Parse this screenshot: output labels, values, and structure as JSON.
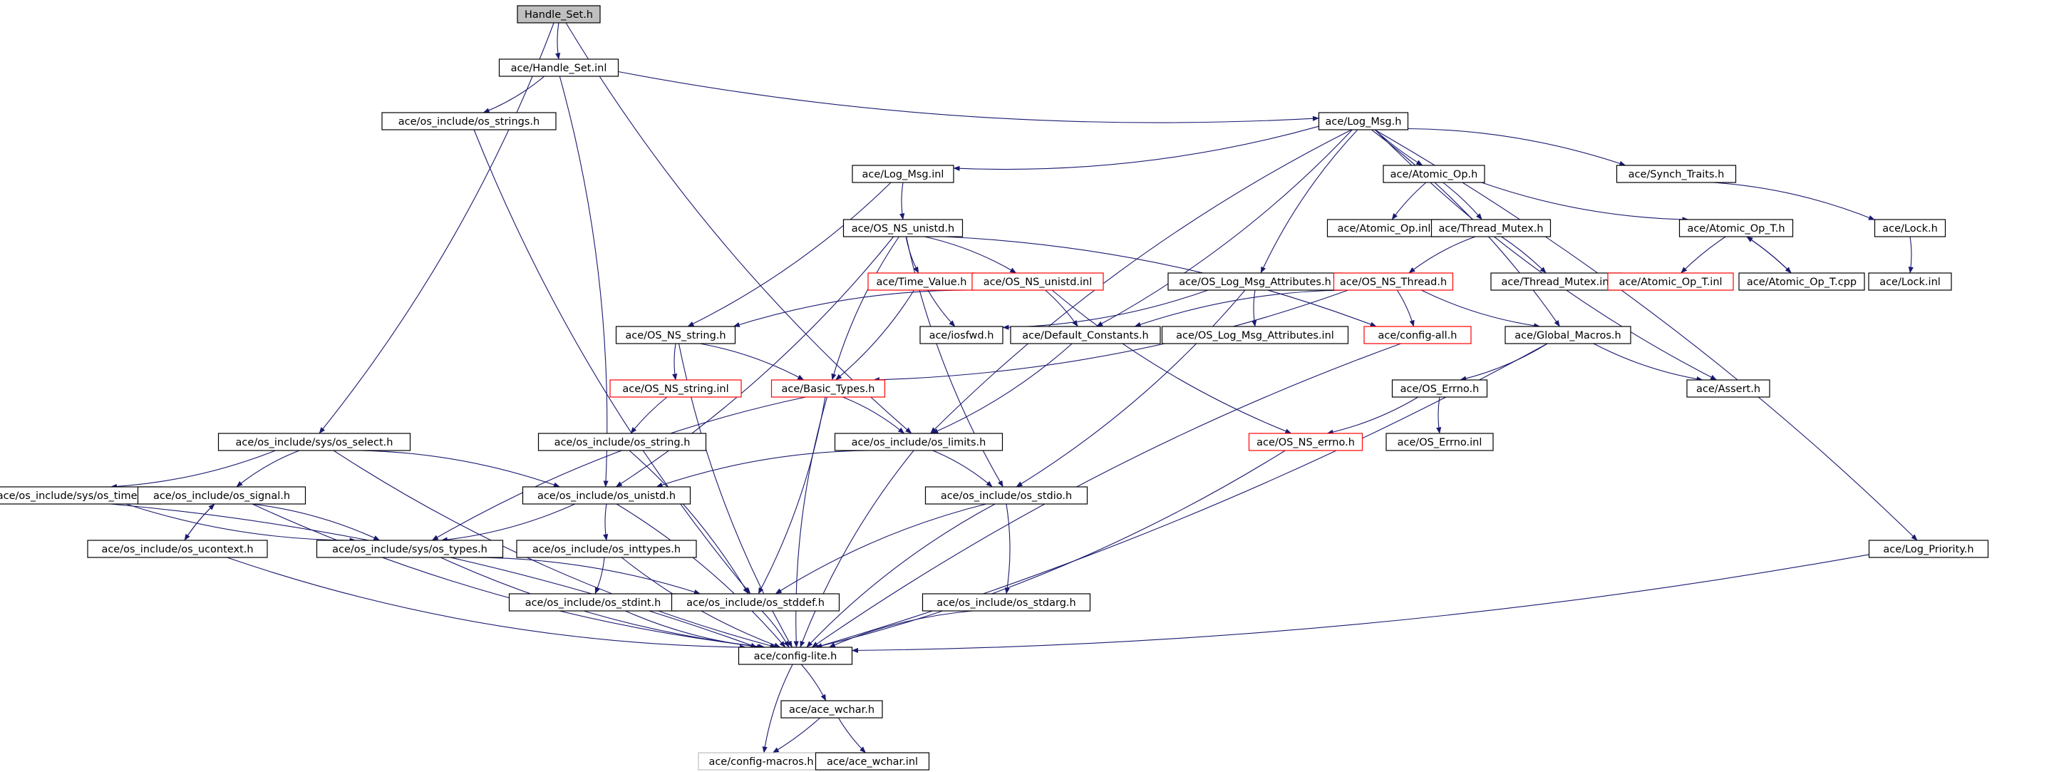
{
  "graph": {
    "colors": {
      "edge": "#191970",
      "node_border_normal": "#000000",
      "node_border_truncated": "#ff0000",
      "node_border_missing": "#bfbfbf",
      "node_fill_root": "#bfbfbf",
      "node_fill": "#ffffff"
    },
    "nodes": [
      {
        "id": "handle_set_h",
        "label": "Handle_Set.h",
        "style": "root"
      },
      {
        "id": "handle_set_inl",
        "label": "ace/Handle_Set.inl",
        "style": "normal"
      },
      {
        "id": "os_strings_h",
        "label": "ace/os_include/os_strings.h",
        "style": "normal"
      },
      {
        "id": "log_msg_h",
        "label": "ace/Log_Msg.h",
        "style": "normal"
      },
      {
        "id": "log_msg_inl",
        "label": "ace/Log_Msg.inl",
        "style": "normal"
      },
      {
        "id": "atomic_op_h",
        "label": "ace/Atomic_Op.h",
        "style": "normal"
      },
      {
        "id": "synch_traits_h",
        "label": "ace/Synch_Traits.h",
        "style": "normal"
      },
      {
        "id": "os_ns_unistd_h",
        "label": "ace/OS_NS_unistd.h",
        "style": "normal"
      },
      {
        "id": "atomic_op_inl",
        "label": "ace/Atomic_Op.inl",
        "style": "normal"
      },
      {
        "id": "thread_mutex_h",
        "label": "ace/Thread_Mutex.h",
        "style": "normal"
      },
      {
        "id": "atomic_op_t_h",
        "label": "ace/Atomic_Op_T.h",
        "style": "normal"
      },
      {
        "id": "lock_h",
        "label": "ace/Lock.h",
        "style": "normal"
      },
      {
        "id": "time_value_h",
        "label": "ace/Time_Value.h",
        "style": "truncated"
      },
      {
        "id": "os_ns_unistd_inl",
        "label": "ace/OS_NS_unistd.inl",
        "style": "truncated"
      },
      {
        "id": "os_log_msg_attributes_h",
        "label": "ace/OS_Log_Msg_Attributes.h",
        "style": "normal"
      },
      {
        "id": "os_ns_thread_h",
        "label": "ace/OS_NS_Thread.h",
        "style": "truncated"
      },
      {
        "id": "thread_mutex_inl",
        "label": "ace/Thread_Mutex.inl",
        "style": "normal"
      },
      {
        "id": "atomic_op_t_inl",
        "label": "ace/Atomic_Op_T.inl",
        "style": "truncated"
      },
      {
        "id": "atomic_op_t_cpp",
        "label": "ace/Atomic_Op_T.cpp",
        "style": "normal"
      },
      {
        "id": "lock_inl",
        "label": "ace/Lock.inl",
        "style": "normal"
      },
      {
        "id": "os_ns_string_h",
        "label": "ace/OS_NS_string.h",
        "style": "normal"
      },
      {
        "id": "iosfwd_h",
        "label": "ace/iosfwd.h",
        "style": "normal"
      },
      {
        "id": "default_constants_h",
        "label": "ace/Default_Constants.h",
        "style": "normal"
      },
      {
        "id": "os_log_msg_attributes_inl",
        "label": "ace/OS_Log_Msg_Attributes.inl",
        "style": "normal"
      },
      {
        "id": "config_all_h",
        "label": "ace/config-all.h",
        "style": "truncated"
      },
      {
        "id": "global_macros_h",
        "label": "ace/Global_Macros.h",
        "style": "normal"
      },
      {
        "id": "os_ns_string_inl",
        "label": "ace/OS_NS_string.inl",
        "style": "truncated"
      },
      {
        "id": "basic_types_h",
        "label": "ace/Basic_Types.h",
        "style": "truncated"
      },
      {
        "id": "os_errno_h",
        "label": "ace/OS_Errno.h",
        "style": "normal"
      },
      {
        "id": "assert_h",
        "label": "ace/Assert.h",
        "style": "normal"
      },
      {
        "id": "os_select_h",
        "label": "ace/os_include/sys/os_select.h",
        "style": "normal"
      },
      {
        "id": "os_string_h",
        "label": "ace/os_include/os_string.h",
        "style": "normal"
      },
      {
        "id": "os_limits_h",
        "label": "ace/os_include/os_limits.h",
        "style": "normal"
      },
      {
        "id": "os_ns_errno_h",
        "label": "ace/OS_NS_errno.h",
        "style": "truncated"
      },
      {
        "id": "os_errno_inl",
        "label": "ace/OS_Errno.inl",
        "style": "normal"
      },
      {
        "id": "os_time_h",
        "label": "ace/os_include/sys/os_time.h",
        "style": "normal"
      },
      {
        "id": "os_signal_h",
        "label": "ace/os_include/os_signal.h",
        "style": "normal"
      },
      {
        "id": "os_unistd_h",
        "label": "ace/os_include/os_unistd.h",
        "style": "normal"
      },
      {
        "id": "os_stdio_h",
        "label": "ace/os_include/os_stdio.h",
        "style": "normal"
      },
      {
        "id": "os_ucontext_h",
        "label": "ace/os_include/os_ucontext.h",
        "style": "normal"
      },
      {
        "id": "os_types_h",
        "label": "ace/os_include/sys/os_types.h",
        "style": "normal"
      },
      {
        "id": "os_inttypes_h",
        "label": "ace/os_include/os_inttypes.h",
        "style": "normal"
      },
      {
        "id": "log_priority_h",
        "label": "ace/Log_Priority.h",
        "style": "normal"
      },
      {
        "id": "os_stdint_h",
        "label": "ace/os_include/os_stdint.h",
        "style": "normal"
      },
      {
        "id": "os_stddef_h",
        "label": "ace/os_include/os_stddef.h",
        "style": "normal"
      },
      {
        "id": "os_stdarg_h",
        "label": "ace/os_include/os_stdarg.h",
        "style": "normal"
      },
      {
        "id": "config_lite_h",
        "label": "ace/config-lite.h",
        "style": "normal"
      },
      {
        "id": "ace_wchar_h",
        "label": "ace/ace_wchar.h",
        "style": "normal"
      },
      {
        "id": "config_macros_h",
        "label": "ace/config-macros.h",
        "style": "missing"
      },
      {
        "id": "ace_wchar_inl",
        "label": "ace/ace_wchar.inl",
        "style": "normal"
      }
    ],
    "edges": [
      [
        "handle_set_h",
        "handle_set_inl"
      ],
      [
        "handle_set_h",
        "os_select_h"
      ],
      [
        "handle_set_h",
        "os_limits_h"
      ],
      [
        "handle_set_inl",
        "os_strings_h"
      ],
      [
        "handle_set_inl",
        "log_msg_h"
      ],
      [
        "handle_set_inl",
        "os_unistd_h"
      ],
      [
        "os_strings_h",
        "os_stddef_h"
      ],
      [
        "log_msg_h",
        "log_msg_inl"
      ],
      [
        "log_msg_h",
        "atomic_op_h"
      ],
      [
        "log_msg_h",
        "synch_traits_h"
      ],
      [
        "log_msg_h",
        "os_log_msg_attributes_h"
      ],
      [
        "log_msg_h",
        "default_constants_h"
      ],
      [
        "log_msg_h",
        "os_limits_h"
      ],
      [
        "log_msg_h",
        "global_macros_h"
      ],
      [
        "log_msg_h",
        "assert_h"
      ],
      [
        "log_msg_h",
        "log_priority_h"
      ],
      [
        "log_msg_inl",
        "os_ns_unistd_h"
      ],
      [
        "log_msg_inl",
        "os_ns_string_h"
      ],
      [
        "atomic_op_h",
        "atomic_op_inl"
      ],
      [
        "atomic_op_h",
        "thread_mutex_h"
      ],
      [
        "atomic_op_h",
        "atomic_op_t_h"
      ],
      [
        "synch_traits_h",
        "lock_h"
      ],
      [
        "os_ns_unistd_h",
        "time_value_h"
      ],
      [
        "os_ns_unistd_h",
        "os_ns_unistd_inl"
      ],
      [
        "os_ns_unistd_h",
        "basic_types_h"
      ],
      [
        "os_ns_unistd_h",
        "os_unistd_h"
      ],
      [
        "os_ns_unistd_h",
        "os_stdio_h"
      ],
      [
        "os_ns_unistd_h",
        "config_all_h"
      ],
      [
        "thread_mutex_h",
        "os_ns_thread_h"
      ],
      [
        "thread_mutex_h",
        "thread_mutex_inl"
      ],
      [
        "atomic_op_t_h",
        "atomic_op_t_inl"
      ],
      [
        "atomic_op_t_h",
        "atomic_op_t_cpp"
      ],
      [
        "atomic_op_t_cpp",
        "atomic_op_t_h"
      ],
      [
        "lock_h",
        "lock_inl"
      ],
      [
        "time_value_h",
        "iosfwd_h"
      ],
      [
        "time_value_h",
        "basic_types_h"
      ],
      [
        "os_ns_unistd_inl",
        "os_ns_string_h"
      ],
      [
        "os_ns_unistd_inl",
        "default_constants_h"
      ],
      [
        "os_ns_unistd_inl",
        "os_ns_errno_h"
      ],
      [
        "os_log_msg_attributes_h",
        "iosfwd_h"
      ],
      [
        "os_log_msg_attributes_h",
        "os_log_msg_attributes_inl"
      ],
      [
        "os_log_msg_attributes_h",
        "os_stdio_h"
      ],
      [
        "os_ns_thread_h",
        "default_constants_h"
      ],
      [
        "os_ns_thread_h",
        "config_all_h"
      ],
      [
        "os_ns_thread_h",
        "global_macros_h"
      ],
      [
        "os_ns_thread_h",
        "basic_types_h"
      ],
      [
        "os_ns_string_h",
        "os_ns_string_inl"
      ],
      [
        "os_ns_string_h",
        "basic_types_h"
      ],
      [
        "os_ns_string_h",
        "config_lite_h"
      ],
      [
        "default_constants_h",
        "os_limits_h"
      ],
      [
        "config_all_h",
        "config_lite_h"
      ],
      [
        "global_macros_h",
        "os_errno_h"
      ],
      [
        "global_macros_h",
        "assert_h"
      ],
      [
        "global_macros_h",
        "config_lite_h"
      ],
      [
        "os_ns_string_inl",
        "os_string_h"
      ],
      [
        "basic_types_h",
        "os_limits_h"
      ],
      [
        "basic_types_h",
        "os_types_h"
      ],
      [
        "basic_types_h",
        "os_stddef_h"
      ],
      [
        "basic_types_h",
        "config_lite_h"
      ],
      [
        "os_errno_h",
        "os_ns_errno_h"
      ],
      [
        "os_errno_h",
        "os_errno_inl"
      ],
      [
        "os_select_h",
        "os_time_h"
      ],
      [
        "os_select_h",
        "os_signal_h"
      ],
      [
        "os_select_h",
        "os_unistd_h"
      ],
      [
        "os_select_h",
        "config_lite_h"
      ],
      [
        "os_string_h",
        "os_stddef_h"
      ],
      [
        "os_limits_h",
        "os_unistd_h"
      ],
      [
        "os_limits_h",
        "os_stdio_h"
      ],
      [
        "os_limits_h",
        "config_lite_h"
      ],
      [
        "os_ns_errno_h",
        "config_lite_h"
      ],
      [
        "os_time_h",
        "os_types_h"
      ],
      [
        "os_time_h",
        "config_lite_h"
      ],
      [
        "os_signal_h",
        "os_ucontext_h"
      ],
      [
        "os_signal_h",
        "os_types_h"
      ],
      [
        "os_signal_h",
        "config_lite_h"
      ],
      [
        "os_ucontext_h",
        "os_signal_h"
      ],
      [
        "os_ucontext_h",
        "config_lite_h"
      ],
      [
        "os_unistd_h",
        "os_types_h"
      ],
      [
        "os_unistd_h",
        "os_inttypes_h"
      ],
      [
        "os_unistd_h",
        "config_lite_h"
      ],
      [
        "os_stdio_h",
        "os_stddef_h"
      ],
      [
        "os_stdio_h",
        "os_stdarg_h"
      ],
      [
        "os_stdio_h",
        "config_lite_h"
      ],
      [
        "os_types_h",
        "os_stddef_h"
      ],
      [
        "os_types_h",
        "config_lite_h"
      ],
      [
        "os_inttypes_h",
        "os_stdint_h"
      ],
      [
        "os_inttypes_h",
        "config_lite_h"
      ],
      [
        "log_priority_h",
        "config_lite_h"
      ],
      [
        "os_stdint_h",
        "config_lite_h"
      ],
      [
        "os_stddef_h",
        "config_lite_h"
      ],
      [
        "os_stdarg_h",
        "config_lite_h"
      ],
      [
        "config_lite_h",
        "ace_wchar_h"
      ],
      [
        "config_lite_h",
        "config_macros_h"
      ],
      [
        "ace_wchar_h",
        "config_macros_h"
      ],
      [
        "ace_wchar_h",
        "ace_wchar_inl"
      ]
    ]
  }
}
